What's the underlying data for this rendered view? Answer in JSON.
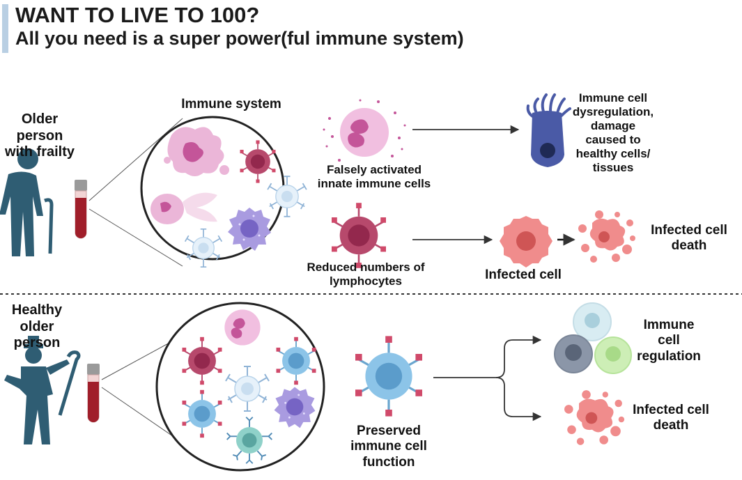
{
  "header": {
    "title": "WANT TO LIVE TO 100?",
    "subtitle": "All you need is a super power(ful immune system)"
  },
  "top_panel": {
    "person_label": [
      "Older",
      "person",
      "with frailty"
    ],
    "immune_system_label": "Immune system",
    "falsely_activated_label": [
      "Falsely activated",
      "innate immune cells"
    ],
    "dysregulation_label": [
      "Immune cell",
      "dysregulation,",
      "damage",
      "caused to",
      "healthy cells/",
      "tissues"
    ],
    "reduced_lymphocytes_label": [
      "Reduced numbers of",
      "lymphocytes"
    ],
    "infected_cell_label": "Infected cell",
    "infected_death_label": [
      "Infected cell",
      "death"
    ]
  },
  "bottom_panel": {
    "person_label": [
      "Healthy",
      "older",
      "person"
    ],
    "preserved_label": [
      "Preserved",
      "immune cell",
      "function"
    ],
    "regulation_label": [
      "Immune",
      "cell",
      "regulation"
    ],
    "infected_death_label": [
      "Infected cell",
      "death"
    ]
  },
  "colors": {
    "accent_bar": "#b9cfe3",
    "person": "#2f5d73",
    "blood": "#a01e2a",
    "lymphocyte_red": "#b7496c",
    "lymphocyte_blue": "#8cc4e8",
    "neutrophil_pink": "#e6a8d0",
    "macrophage_purple": "#a99be0",
    "infected_cell": "#f08c8c",
    "dysregulated_cell": "#4a5aa6",
    "arrow": "#333333"
  }
}
